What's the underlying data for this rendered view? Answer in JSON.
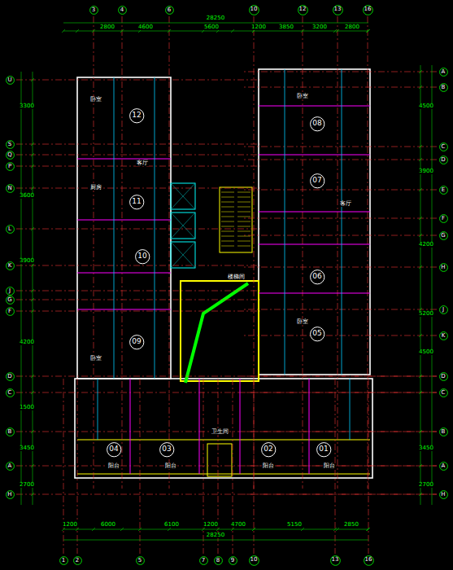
{
  "diagram": {
    "nodes": [
      {
        "text": [
          "3"
        ]
      },
      {
        "text": [
          "4"
        ]
      },
      {
        "text": [
          "6"
        ]
      },
      {
        "text": [
          "10"
        ]
      },
      {
        "text": [
          "12"
        ]
      },
      {
        "text": [
          "13"
        ]
      },
      {
        "text": [
          "16"
        ]
      },
      {
        "text": [
          "U"
        ]
      },
      {
        "text": [
          "S"
        ]
      },
      {
        "text": [
          "Q"
        ]
      },
      {
        "text": [
          "P"
        ]
      },
      {
        "text": [
          "N"
        ]
      },
      {
        "text": [
          "L"
        ]
      },
      {
        "text": [
          "K"
        ]
      },
      {
        "text": [
          "J"
        ]
      },
      {
        "text": [
          "G"
        ]
      },
      {
        "text": [
          "F"
        ]
      },
      {
        "text": [
          "D"
        ]
      },
      {
        "text": [
          "C"
        ]
      },
      {
        "text": [
          "B"
        ]
      },
      {
        "text": [
          "A"
        ]
      },
      {
        "text": [
          "H"
        ]
      },
      {
        "text": [
          "12"
        ]
      },
      {
        "text": [
          "11"
        ]
      },
      {
        "text": [
          "10"
        ]
      },
      {
        "text": [
          "09"
        ]
      },
      {
        "text": [
          "08"
        ]
      },
      {
        "text": [
          "07"
        ]
      },
      {
        "text": [
          "06"
        ]
      },
      {
        "text": [
          "05"
        ]
      },
      {
        "text": [
          "04"
        ]
      },
      {
        "text": [
          "03"
        ]
      },
      {
        "text": [
          "02"
        ]
      },
      {
        "text": [
          "01"
        ]
      },
      {
        "text": [
          "A"
        ]
      },
      {
        "text": [
          "B"
        ]
      },
      {
        "text": [
          "C"
        ]
      },
      {
        "text": [
          "D"
        ]
      },
      {
        "text": [
          "E"
        ]
      },
      {
        "text": [
          "F"
        ]
      },
      {
        "text": [
          "G"
        ]
      },
      {
        "text": [
          "H"
        ]
      },
      {
        "text": [
          "J"
        ]
      },
      {
        "text": [
          "K"
        ]
      },
      {
        "text": [
          "D"
        ]
      },
      {
        "text": [
          "C"
        ]
      },
      {
        "text": [
          "B"
        ]
      },
      {
        "text": [
          "A"
        ]
      },
      {
        "text": [
          "H"
        ]
      },
      {
        "text": [
          "1"
        ]
      },
      {
        "text": [
          "2"
        ]
      },
      {
        "text": [
          "5"
        ]
      },
      {
        "text": [
          "7"
        ]
      },
      {
        "text": [
          "8"
        ]
      },
      {
        "text": [
          "9"
        ]
      },
      {
        "text": [
          "10"
        ]
      },
      {
        "text": [
          "13"
        ]
      },
      {
        "text": [
          "16"
        ]
      }
    ],
    "labels": [
      "28250",
      "2800",
      "4600",
      "5600",
      "1200",
      "3850",
      "3200",
      "2800",
      "1200",
      "6000",
      "6100",
      "1200",
      "4700",
      "5150",
      "2850",
      "28250",
      "3300",
      "3600",
      "3900",
      "4200",
      "1500",
      "3450",
      "2700",
      "4500",
      "3900",
      "4200",
      "5200",
      "4500",
      "3450",
      "2700",
      "卧室",
      "卧室",
      "卧室",
      "卧室",
      "客厅",
      "客厅",
      "厨房",
      "阳台",
      "阳台",
      "阳台",
      "阳台",
      "卫生间",
      "楼梯间"
    ]
  }
}
